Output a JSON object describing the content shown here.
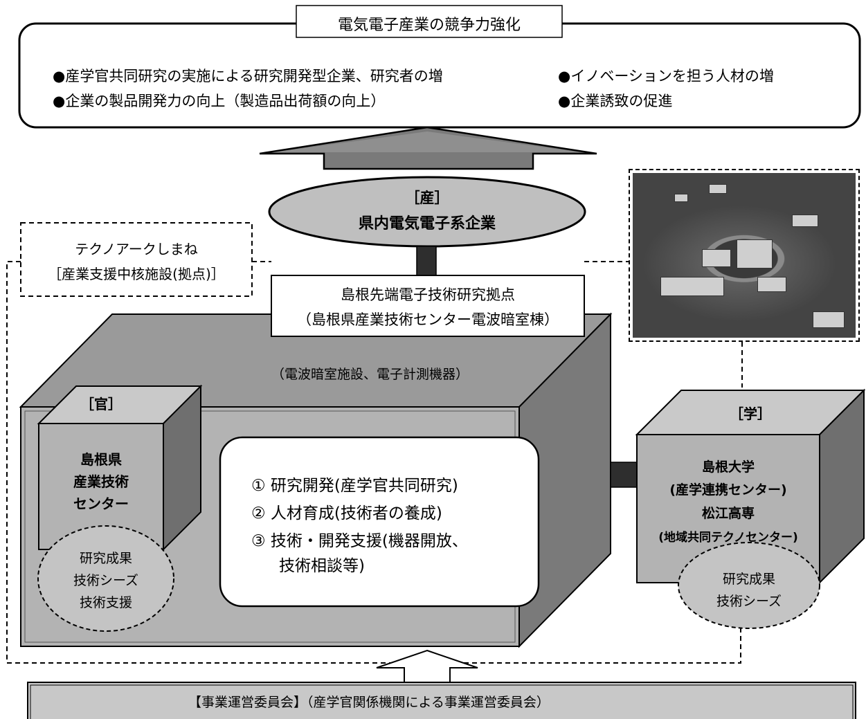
{
  "top": {
    "title": "電気電子産業の競争力強化",
    "goals": [
      "●産学官共同研究の実施による研究開発型企業、研究者の増",
      "●イノベーションを担う人材の増",
      "●企業の製品開発力の向上（製造品出荷額の向上）",
      "●企業誘致の促進"
    ]
  },
  "industry": {
    "tag": "［産］",
    "name": "県内電気電子系企業"
  },
  "technoarc": {
    "line1": "テクノアークしまね",
    "line2": "［産業支援中核施設(拠点)］"
  },
  "hub": {
    "line1": "島根先端電子技術研究拠点",
    "line2": "（島根県産業技術センター電波暗室棟）"
  },
  "facility_note": "（電波暗室施設、電子計測機器）",
  "government": {
    "tag": "［官］",
    "name_lines": [
      "島根県",
      "産業技術",
      "センター"
    ],
    "outputs": [
      "研究成果",
      "技術シーズ",
      "技術支援"
    ]
  },
  "center_functions": [
    "① 研究開発(産学官共同研究)",
    "② 人材育成(技術者の養成)",
    "③ 技術・開発支援(機器開放、",
    "技術相談等)"
  ],
  "academia": {
    "tag": "［学］",
    "name_lines": [
      "島根大学",
      "(産学連携センター)",
      "松江高専",
      "(地域共同テクノセンター)"
    ],
    "outputs": [
      "研究成果",
      "技術シーズ"
    ]
  },
  "committee": "【事業運営委員会】（産学官関係機関による事業運営委員会）",
  "colors": {
    "box_front": "#b3b3b3",
    "box_top": "#9a9a9a",
    "box_side": "#7a7a7a",
    "ellipse": "#bfbfbf",
    "bottom_bar": "#c8c8c8",
    "connector": "#2e2e2e"
  }
}
